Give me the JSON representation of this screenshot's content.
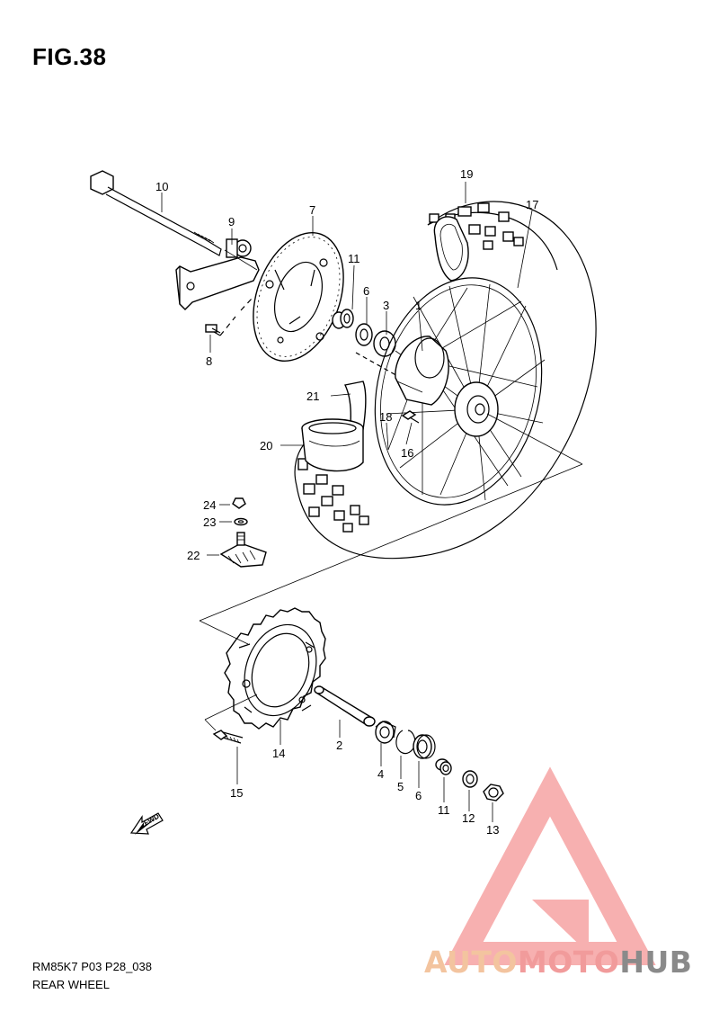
{
  "figure": {
    "title": "FIG.38",
    "model_code": "RM85K7 P03 P28_038",
    "section_name": "REAR WHEEL"
  },
  "callouts": {
    "c1": "1",
    "c2": "2",
    "c3": "3",
    "c4": "4",
    "c5": "5",
    "c6a": "6",
    "c6b": "6",
    "c7": "7",
    "c8": "8",
    "c9": "9",
    "c10": "10",
    "c11a": "11",
    "c11b": "11",
    "c12": "12",
    "c13": "13",
    "c14": "14",
    "c15": "15",
    "c16": "16",
    "c17": "17",
    "c18": "18",
    "c19": "19",
    "c20": "20",
    "c21": "21",
    "c22": "22",
    "c23": "23",
    "c24": "24"
  },
  "fwd_arrow": {
    "label": "FWD",
    "icon": "fwd-arrow-icon"
  },
  "watermark": {
    "part1": "AUTO",
    "part2": "MOTO",
    "part3": "HUB",
    "colors": {
      "triangle": "#f6a3a3",
      "auto": "#f3c49f",
      "moto": "#f19b9b",
      "hub": "#8a8a8a"
    }
  }
}
